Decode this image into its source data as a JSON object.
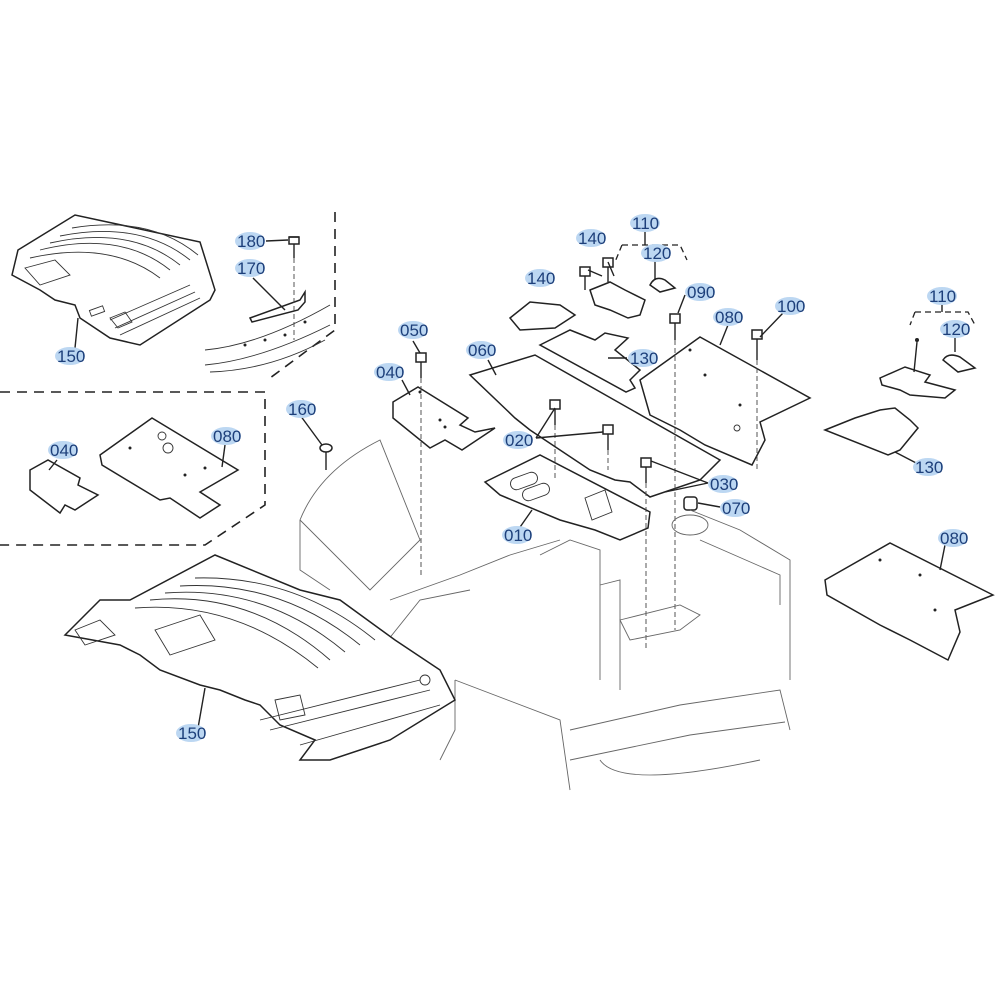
{
  "diagram": {
    "title": "Floor plate / mat exploded parts diagram",
    "label_color": "#1d3f7a",
    "label_highlight": "#bcd7f2",
    "callouts": [
      {
        "id": "c180",
        "text": "180"
      },
      {
        "id": "c170",
        "text": "170"
      },
      {
        "id": "c150a",
        "text": "150"
      },
      {
        "id": "c040a",
        "text": "040"
      },
      {
        "id": "c080a",
        "text": "080"
      },
      {
        "id": "c110a",
        "text": "110"
      },
      {
        "id": "c120a",
        "text": "120"
      },
      {
        "id": "c140a",
        "text": "140"
      },
      {
        "id": "c140b",
        "text": "140"
      },
      {
        "id": "c090",
        "text": "090"
      },
      {
        "id": "c080b",
        "text": "080"
      },
      {
        "id": "c100",
        "text": "100"
      },
      {
        "id": "c050",
        "text": "050"
      },
      {
        "id": "c060",
        "text": "060"
      },
      {
        "id": "c130a",
        "text": "130"
      },
      {
        "id": "c040b",
        "text": "040"
      },
      {
        "id": "c160",
        "text": "160"
      },
      {
        "id": "c020",
        "text": "020"
      },
      {
        "id": "c030",
        "text": "030"
      },
      {
        "id": "c070",
        "text": "070"
      },
      {
        "id": "c010",
        "text": "010"
      },
      {
        "id": "c110b",
        "text": "110"
      },
      {
        "id": "c120b",
        "text": "120"
      },
      {
        "id": "c130b",
        "text": "130"
      },
      {
        "id": "c080c",
        "text": "080"
      },
      {
        "id": "c150b",
        "text": "150"
      }
    ]
  }
}
